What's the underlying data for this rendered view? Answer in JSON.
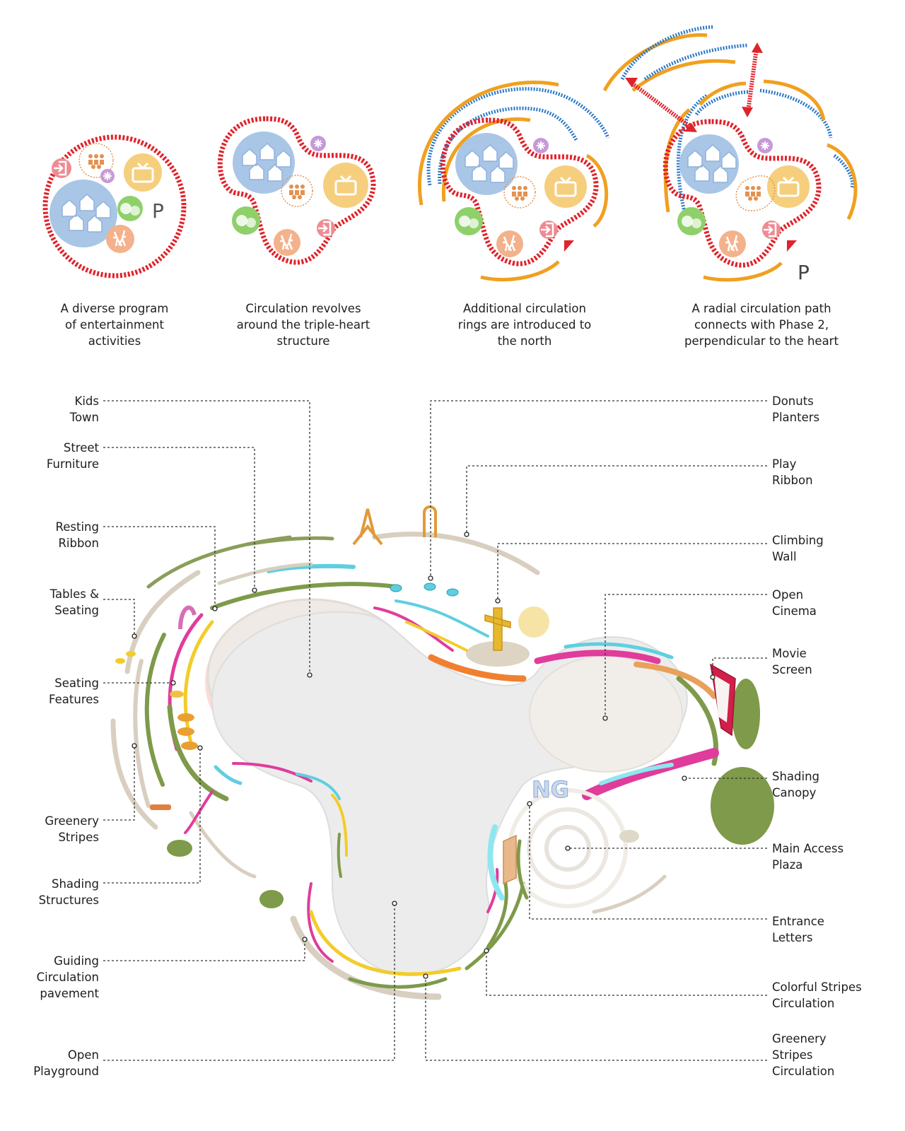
{
  "diagrams": [
    {
      "caption": [
        "A diverse program",
        "of entertainment",
        "activities"
      ]
    },
    {
      "caption": [
        "Circulation revolves",
        "around the triple-heart",
        "structure"
      ]
    },
    {
      "caption": [
        "Additional circulation",
        "rings are introduced to",
        "the north"
      ]
    },
    {
      "caption": [
        "A radial circulation path",
        "connects with Phase 2,",
        "perpendicular to the heart"
      ]
    }
  ],
  "parking_label": "P",
  "left_labels": [
    [
      "Kids",
      "Town"
    ],
    [
      "Street",
      "Furniture"
    ],
    [
      "Resting",
      "Ribbon"
    ],
    [
      "Tables &",
      "Seating"
    ],
    [
      "Seating",
      "Features"
    ],
    [
      "Greenery",
      "Stripes"
    ],
    [
      "Shading",
      "Structures"
    ],
    [
      "Guiding",
      "Circulation",
      "pavement"
    ],
    [
      "Open",
      "Playground"
    ]
  ],
  "right_labels": [
    [
      "Donuts",
      "Planters"
    ],
    [
      "Play",
      "Ribbon"
    ],
    [
      "Climbing",
      "Wall"
    ],
    [
      "Open",
      "Cinema"
    ],
    [
      "Movie",
      "Screen"
    ],
    [
      "Shading",
      "Canopy"
    ],
    [
      "Main Access",
      "Plaza"
    ],
    [
      "Entrance",
      "Letters"
    ],
    [
      "Colorful Stripes",
      "Circulation"
    ],
    [
      "Greenery",
      "Stripes",
      "Circulation"
    ]
  ],
  "colors": {
    "ring_red": "#e0232b",
    "ring_orange": "#f0a020",
    "ring_blue": "#2a78c8",
    "kids_blue": "#a9c6e6",
    "cinema_yellow": "#f5cf7e",
    "green": "#8fd06a",
    "peach": "#f3b28b",
    "pink": "#ee8b93",
    "purple": "#c79ad6",
    "plaza_grey": "#ececec",
    "greenery": "#7e9a4a",
    "magenta": "#e03c9c",
    "cyan": "#5fcfe0",
    "yellow": "#f2cc2a",
    "sand": "#d8cfc0"
  },
  "icons": [
    "exit-icon",
    "people-icon",
    "sparkle-icon",
    "tv-icon",
    "houses-icon",
    "friends-icon",
    "dancers-icon",
    "triangle-marker-icon"
  ]
}
